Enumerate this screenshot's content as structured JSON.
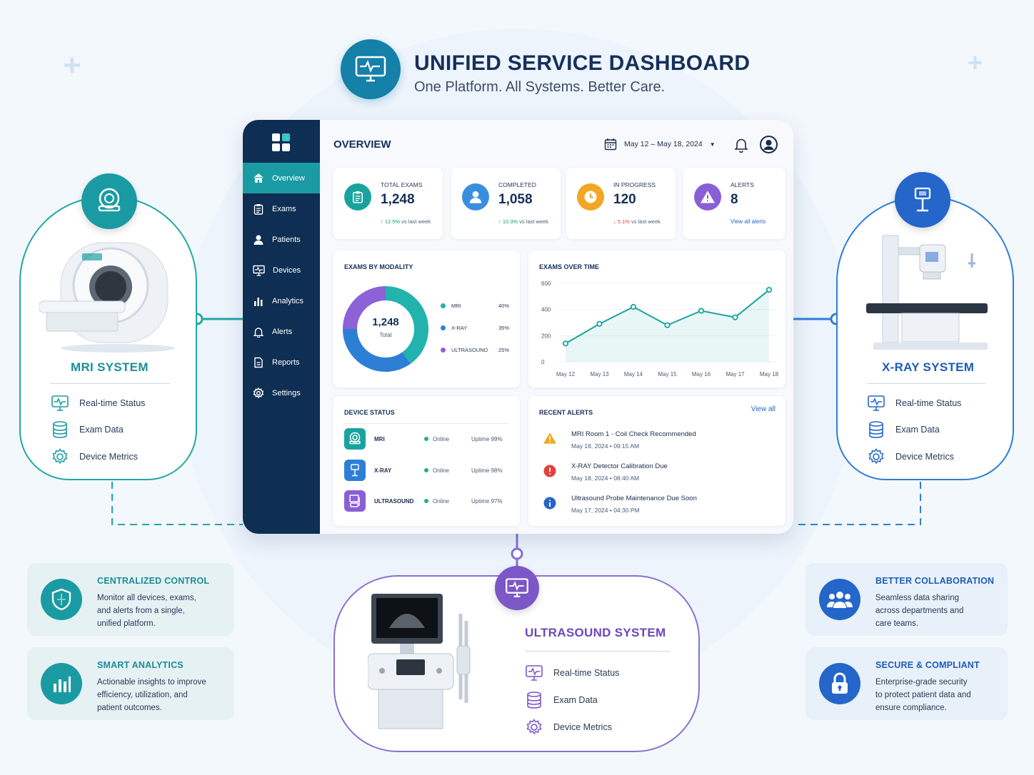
{
  "header": {
    "title": "UNIFIED SERVICE DASHBOARD",
    "subtitle": "One Platform. All Systems. Better Care."
  },
  "systems": {
    "mri": {
      "title": "MRI SYSTEM",
      "features": [
        "Real-time Status",
        "Exam Data",
        "Device Metrics"
      ],
      "color": "#1a9ba3"
    },
    "xray": {
      "title": "X-RAY SYSTEM",
      "features": [
        "Real-time Status",
        "Exam Data",
        "Device Metrics"
      ],
      "color": "#2466c9"
    },
    "ultrasound": {
      "title": "ULTRASOUND SYSTEM",
      "features": [
        "Real-time Status",
        "Exam Data",
        "Device Metrics"
      ],
      "color": "#7b57c8"
    }
  },
  "sidebar": {
    "items": [
      {
        "label": "Overview",
        "icon": "home-icon",
        "active": true
      },
      {
        "label": "Exams",
        "icon": "clipboard-icon"
      },
      {
        "label": "Patients",
        "icon": "user-icon"
      },
      {
        "label": "Devices",
        "icon": "monitor-icon"
      },
      {
        "label": "Analytics",
        "icon": "bar-chart-icon"
      },
      {
        "label": "Alerts",
        "icon": "bell-icon"
      },
      {
        "label": "Reports",
        "icon": "document-icon"
      },
      {
        "label": "Settings",
        "icon": "gear-icon"
      }
    ]
  },
  "topbar": {
    "title": "OVERVIEW",
    "date_range": "May 12 – May 18, 2024"
  },
  "kpis": [
    {
      "label": "TOTAL EXAMS",
      "value": "1,248",
      "trend": "↑ 12.5%",
      "trend_suffix": " vs last week",
      "trend_color": "#1a9b6b",
      "icon_bg": "#1aa39e",
      "icon": "clipboard-icon"
    },
    {
      "label": "COMPLETED",
      "value": "1,058",
      "trend": "↑ 10.3%",
      "trend_suffix": " vs last week",
      "trend_color": "#1a9b6b",
      "icon_bg": "#3a8ee0",
      "icon": "user-icon"
    },
    {
      "label": "IN PROGRESS",
      "value": "120",
      "trend": "↓ 5.1%",
      "trend_suffix": " vs last week",
      "trend_color": "#e0403a",
      "icon_bg": "#f2a623",
      "icon": "clock-icon"
    },
    {
      "label": "ALERTS",
      "value": "8",
      "link": "View all alerts",
      "icon_bg": "#8a5fd6",
      "icon": "warning-icon"
    }
  ],
  "modality": {
    "title": "EXAMS BY MODALITY",
    "center_value": "1,248",
    "center_label": "Total",
    "legend": [
      {
        "name": "MRI",
        "pct": "40%",
        "color": "#22b3ad"
      },
      {
        "name": "X-RAY",
        "pct": "35%",
        "color": "#2d7fd6"
      },
      {
        "name": "ULTRASOUND",
        "pct": "25%",
        "color": "#8c62d6"
      }
    ]
  },
  "chart_data": {
    "type": "area",
    "title": "EXAMS OVER TIME",
    "categories": [
      "May 12",
      "May 13",
      "May 14",
      "May 15",
      "May 16",
      "May 17",
      "May 18"
    ],
    "values": [
      140,
      290,
      420,
      280,
      390,
      340,
      550
    ],
    "y_ticks": [
      "0",
      "200",
      "400",
      "600"
    ],
    "ylim": [
      0,
      600
    ],
    "color": "#1aa39e"
  },
  "device_status": {
    "title": "DEVICE STATUS",
    "rows": [
      {
        "name": "MRI",
        "status": "Online",
        "uptime": "Uptime 99%",
        "color": "#1aa39e"
      },
      {
        "name": "X-RAY",
        "status": "Online",
        "uptime": "Uptime 98%",
        "color": "#2d7fd6"
      },
      {
        "name": "ULTRASOUND",
        "status": "Online",
        "uptime": "Uptime 97%",
        "color": "#8a5fd6"
      }
    ]
  },
  "recent_alerts": {
    "title": "RECENT ALERTS",
    "link": "View all",
    "items": [
      {
        "title": "MRI Room 1 - Coil Check Recommended",
        "date": "May 18, 2024  •  09:15 AM",
        "icon": "warning-icon",
        "color": "#f2a623"
      },
      {
        "title": "X-RAY Detector Calibration Due",
        "date": "May 18, 2024  •  08:40 AM",
        "icon": "error-icon",
        "color": "#e0403a"
      },
      {
        "title": "Ultrasound Probe Maintenance Due Soon",
        "date": "May 17, 2024  •  04:30 PM",
        "icon": "info-icon",
        "color": "#2466c9"
      }
    ]
  },
  "info_cards": {
    "centralized": {
      "title": "CENTRALIZED CONTROL",
      "line1": "Monitor all devices, exams,",
      "line2": "and alerts from a single,",
      "line3": "unified platform."
    },
    "analytics": {
      "title": "SMART ANALYTICS",
      "line1": "Actionable insights to improve",
      "line2": "efficiency, utilization, and",
      "line3": "patient outcomes."
    },
    "collaboration": {
      "title": "BETTER COLLABORATION",
      "line1": "Seamless data sharing",
      "line2": "across departments and",
      "line3": "care teams."
    },
    "secure": {
      "title": "SECURE & COMPLIANT",
      "line1": "Enterprise-grade security",
      "line2": "to protect patient data and",
      "line3": "ensure compliance."
    }
  }
}
